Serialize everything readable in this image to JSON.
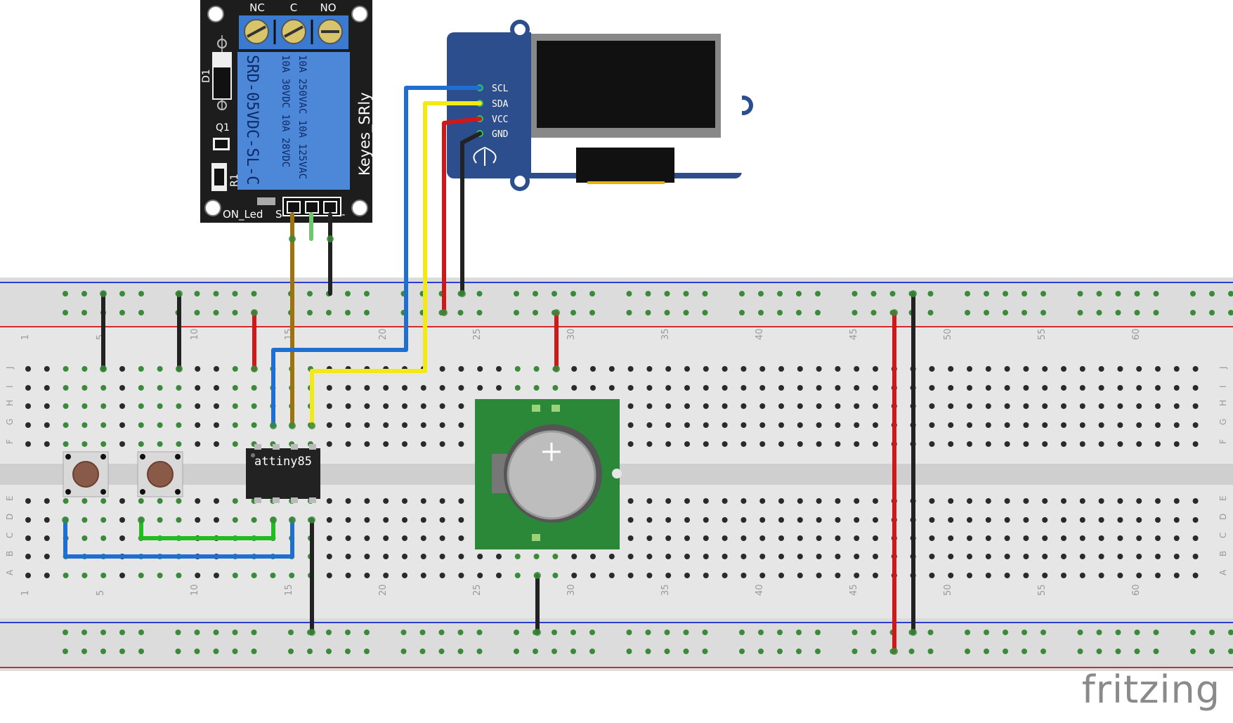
{
  "breadboard": {
    "top_numbers": [
      "1",
      "5",
      "10",
      "15",
      "20",
      "25",
      "30",
      "35",
      "40",
      "45",
      "50",
      "55",
      "60"
    ],
    "bottom_numbers": [
      "1",
      "5",
      "10",
      "15",
      "20",
      "25",
      "30",
      "35",
      "40",
      "45",
      "50",
      "55",
      "60"
    ],
    "row_letters_top": [
      "J",
      "I",
      "H",
      "G",
      "F"
    ],
    "row_letters_bottom": [
      "E",
      "D",
      "C",
      "B",
      "A"
    ]
  },
  "relay": {
    "terminals": [
      "NC",
      "C",
      "NO"
    ],
    "model": "SRD-05VDC-SL-C",
    "ratings": [
      "10A 250VAC  10A 125VAC",
      "10A  30VDC  10A  28VDC"
    ],
    "brand": "Keyes_SRly",
    "d1": "D1",
    "q1": "Q1",
    "r1": "R1",
    "led_label": "ON_Led",
    "s_label": "S",
    "minus_label": "-"
  },
  "oled": {
    "pins": [
      "SCL",
      "SDA",
      "VCC",
      "GND"
    ]
  },
  "chip": {
    "label": "attiny85"
  },
  "footer": {
    "brand": "fritzing"
  },
  "colors": {
    "blue_wire": "#1f6fd1",
    "yellow_wire": "#f2ea12",
    "red_wire": "#d01818",
    "black_wire": "#222222",
    "green_wire": "#22bb22",
    "brown_wire": "#a0720e",
    "board_bg": "#e6e6e6",
    "oled_board": "#2c4e8c",
    "relay_board": "#1d1d1d",
    "relay_block": "#4d88d8",
    "rtc_board": "#2a8838"
  }
}
